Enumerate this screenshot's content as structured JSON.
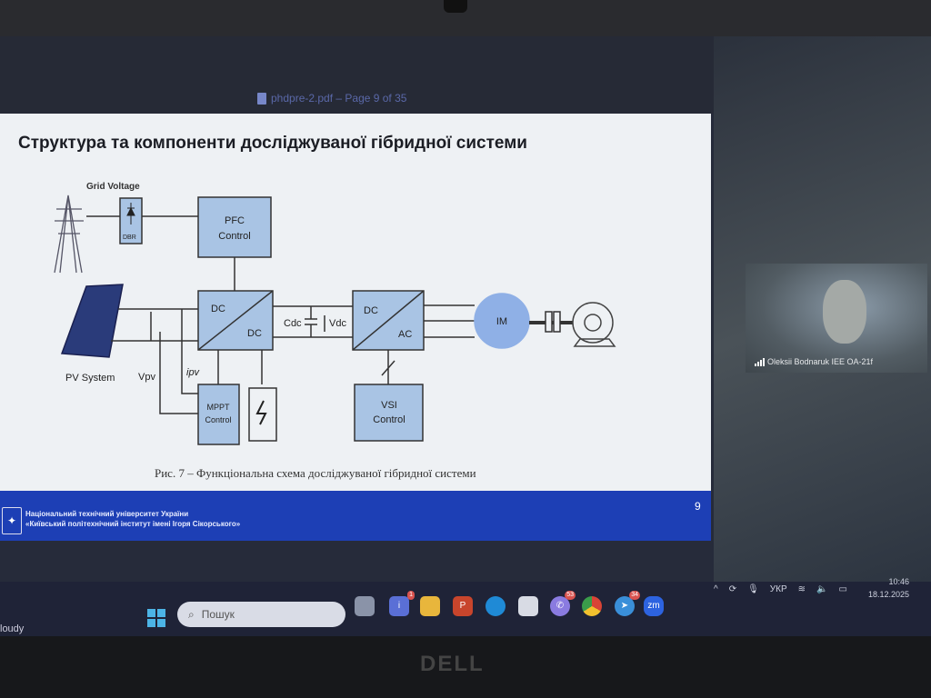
{
  "window": {
    "title": "phdpre-2.pdf – Page 9 of 35"
  },
  "slide": {
    "title": "Структура та компоненти досліджуваної гібридної системи",
    "caption": "Рис. 7 – Функціональна схема досліджуваної гібридної системи",
    "page_number": "9",
    "university_line1": "Національний технічний університет України",
    "university_line2": "«Київський політехнічний інститут імені Ігоря Сікорського»",
    "diagram": {
      "grid_voltage": "Grid Voltage",
      "dbr": "DBR",
      "pfc_1": "PFC",
      "pfc_2": "Control",
      "dcdc_in": "DC",
      "dcdc_out": "DC",
      "cdc": "Cdc",
      "vdc": "Vdc",
      "dcac_in": "DC",
      "dcac_out": "AC",
      "im": "IM",
      "pv_system": "PV System",
      "vpv": "Vpv",
      "ipv": "ipv",
      "mppt_1": "MPPT",
      "mppt_2": "Control",
      "vsi_1": "VSI",
      "vsi_2": "Control"
    }
  },
  "participant": {
    "name": "Oleksii Bodnaruk IEE OA-21f"
  },
  "taskbar": {
    "weather": "loudy",
    "search_placeholder": "Пошук",
    "badges": {
      "teams": "1",
      "viber": "53",
      "telegram": "34"
    },
    "zoom_label": "zm",
    "language": "УКР",
    "time": "10:46",
    "date": "18.12.2025"
  },
  "laptop": {
    "brand": "DELL"
  },
  "colors": {
    "slide_footer": "#1d3fb5",
    "block_fill": "#a9c4e4",
    "im_fill": "#8fb0e6"
  }
}
